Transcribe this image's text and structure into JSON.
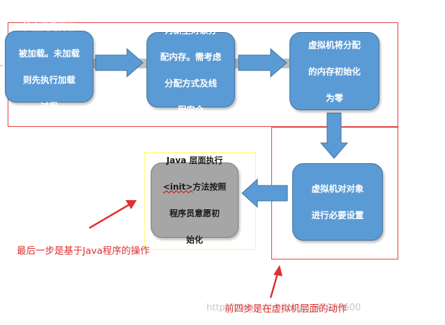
{
  "steps": {
    "step1": {
      "lines": [
        "检查类是否已",
        "被加载。未加载",
        "则先执行加载",
        "过程"
      ]
    },
    "step2": {
      "lines": [
        "为新生对象分",
        "配内存。需考虑",
        "分配方式及线",
        "程安全"
      ]
    },
    "step3": {
      "lines": [
        "虚拟机将分配",
        "的内存初始化",
        "为零"
      ]
    },
    "step4": {
      "lines": [
        "虚拟机对对象",
        "进行必要设置"
      ]
    },
    "step5": {
      "line1": "Java 层面执行",
      "init_token": "<init>",
      "line2_rest": "方法按照",
      "line3": "程序员意愿初",
      "line4": "始化"
    }
  },
  "annotations": {
    "last_step_note": "最后一步是基于Java程序的操作",
    "first_four_note": "前四步是在虚拟机层面的动作"
  },
  "watermark": "http://blog.csdn.net/qq_41285600",
  "colors": {
    "box_blue": "#5b9bd5",
    "box_grey": "#a6a6a6",
    "frame_red": "#e04040",
    "frame_yellow": "#ffff66",
    "annotation_red": "#e03030",
    "arrow_blue": "#4a86c8"
  }
}
